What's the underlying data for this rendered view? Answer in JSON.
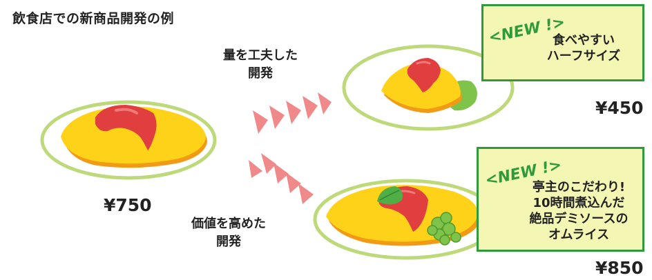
{
  "title": "飲食店での新商品開発の例",
  "original": {
    "price": "¥750"
  },
  "cheaper": {
    "caption_line1": "量を工夫した",
    "caption_line2": "開発",
    "new_tag": "<NEW !>",
    "card_line1": "食べやすい",
    "card_line2": "ハーフサイズ",
    "price": "¥450"
  },
  "premium": {
    "caption_line1": "価値を高めた",
    "caption_line2": "開発",
    "new_tag": "<NEW !>",
    "card_line1": "亭主のこだわり!",
    "card_line2": "10時間煮込んだ",
    "card_line3": "絶品デミソースの",
    "card_line4": "オムライス",
    "price": "¥850"
  },
  "colors": {
    "plate_rim": "#bdd97a",
    "omelette": "#ffd21a",
    "omelette_edge": "#f29a16",
    "sauce": "#e03e3f",
    "arrow": "#f08a8a",
    "card_border": "#2f9a3c",
    "card_bg": "#f4f7b4",
    "garnish": "#7fc34a"
  }
}
